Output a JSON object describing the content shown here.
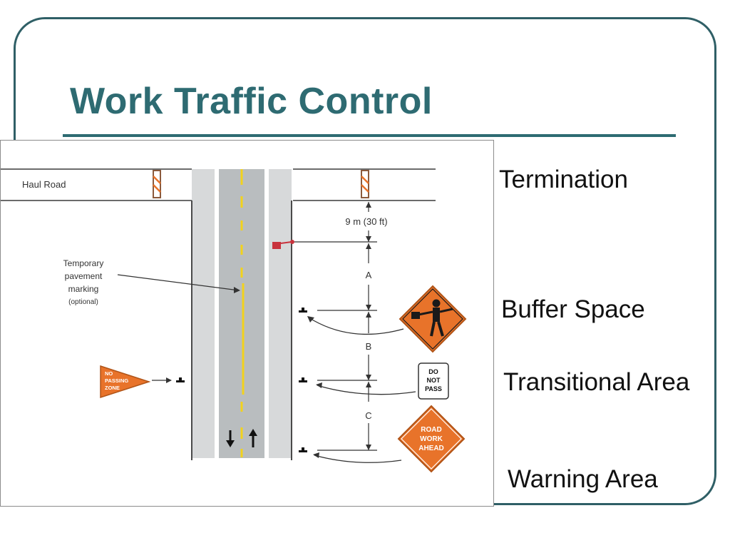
{
  "slide": {
    "title": "Work Traffic Control"
  },
  "zones": [
    {
      "label": "Termination"
    },
    {
      "label": "Buffer Space"
    },
    {
      "label": "Transitional Area"
    },
    {
      "label": "Warning Area"
    }
  ],
  "diagram": {
    "haul_road_label": "Haul Road",
    "distance_label": "9 m (30 ft)",
    "marking_label_lines": [
      "Temporary",
      "pavement",
      "marking"
    ],
    "marking_optional": "(optional)",
    "spacing_labels": [
      "A",
      "B",
      "C"
    ],
    "signs": {
      "no_passing_zone": [
        "NO",
        "PASSING",
        "ZONE"
      ],
      "do_not_pass": [
        "DO",
        "NOT",
        "PASS"
      ],
      "road_work_ahead": [
        "ROAD",
        "WORK",
        "AHEAD"
      ]
    },
    "colors": {
      "sign_orange": "#e8732a",
      "centerline_yellow": "#f2d21c",
      "road_gray": "#b9bdbf",
      "flag_red": "#c8323c",
      "title_teal": "#2e6b72"
    }
  }
}
